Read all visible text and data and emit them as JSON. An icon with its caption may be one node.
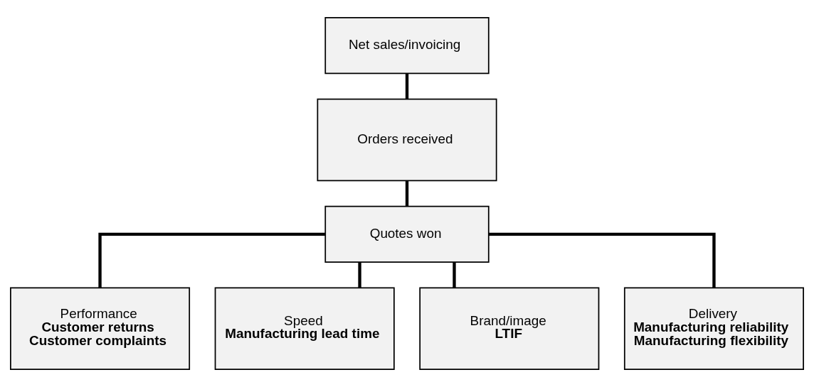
{
  "diagram": {
    "nodes": [
      {
        "text": [
          "Net sales/invoicing"
        ]
      },
      {
        "text": [
          "Orders received"
        ]
      },
      {
        "text": [
          "Quotes won"
        ]
      },
      {
        "text": [
          "Performance",
          "Customer returns",
          "Customer complaints"
        ]
      },
      {
        "text": [
          "Speed",
          "Manufacturing lead time"
        ]
      },
      {
        "text": [
          "Brand/image",
          "LTIF"
        ]
      },
      {
        "text": [
          "Delivery",
          "Manufacturing reliability",
          "Manufacturing flexibility"
        ]
      }
    ],
    "edges": [
      {
        "from": 0,
        "to": 1,
        "arrow": "none"
      },
      {
        "from": 1,
        "to": 2,
        "arrow": "none"
      },
      {
        "from": 2,
        "to": 3,
        "arrow": "none"
      },
      {
        "from": 2,
        "to": 4,
        "arrow": "none"
      },
      {
        "from": 2,
        "to": 5,
        "arrow": "none"
      },
      {
        "from": 2,
        "to": 6,
        "arrow": "none"
      }
    ]
  }
}
